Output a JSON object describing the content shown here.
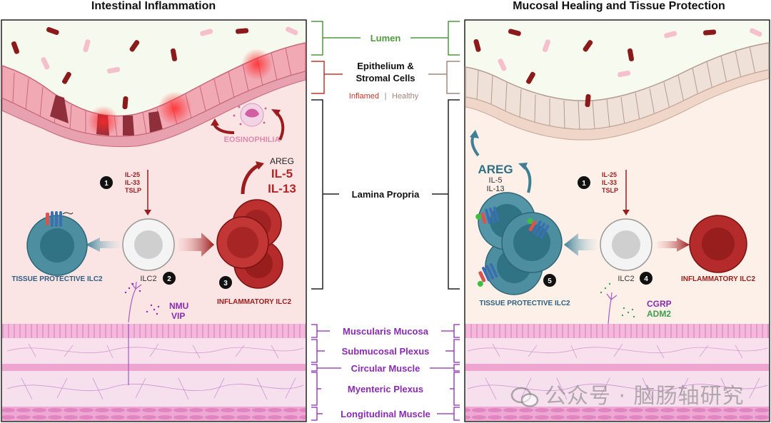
{
  "titles": {
    "left": "Intestinal Inflammation",
    "right": "Mucosal Healing and Tissue Protection"
  },
  "center": {
    "lumen": "Lumen",
    "epithelium_line1": "Epithelium &",
    "epithelium_line2": "Stromal Cells",
    "inflamed": "Inflamed",
    "separator": "|",
    "healthy": "Healthy",
    "lamina_propria": "Lamina Propria"
  },
  "layers": [
    "Muscularis Mucosa",
    "Submucosal Plexus",
    "Circular  Muscle",
    "Myenteric Plexus",
    "Longitudinal Muscle"
  ],
  "left_panel": {
    "step1": "1",
    "cytokines": [
      "IL-25",
      "IL-33",
      "TSLP"
    ],
    "eosinophilia": "EOSINOPHILIA",
    "areg": "AREG",
    "il5": "IL-5",
    "il13": "IL-13",
    "ilc2": "ILC2",
    "step2": "2",
    "step3": "3",
    "tissue_protective": "TISSUE PROTECTIVE ILC2",
    "inflammatory": "INFLAMMATORY ILC2",
    "nmu": "NMU",
    "vip": "VIP"
  },
  "right_panel": {
    "step1": "1",
    "cytokines": [
      "IL-25",
      "IL-33",
      "TSLP"
    ],
    "areg": "AREG",
    "il5": "IL-5",
    "il13": "IL-13",
    "ilc2": "ILC2",
    "step4": "4",
    "step5": "5",
    "tissue_protective": "TISSUE PROTECTIVE ILC2",
    "inflammatory": "INFLAMMATORY ILC2",
    "cgrp": "CGRP",
    "adm2": "ADM2"
  },
  "watermark": "公众号 · 脑肠轴研究",
  "colors": {
    "lumen_green": "#4e9a3c",
    "inflamed_red": "#c0392b",
    "dark_red": "#9b1c1c",
    "healthy_taupe": "#a4867c",
    "purple": "#8a2bb0",
    "teal": "#3e7f93",
    "left_bg": "#fbe6e6",
    "right_bg": "#fcefe7"
  }
}
